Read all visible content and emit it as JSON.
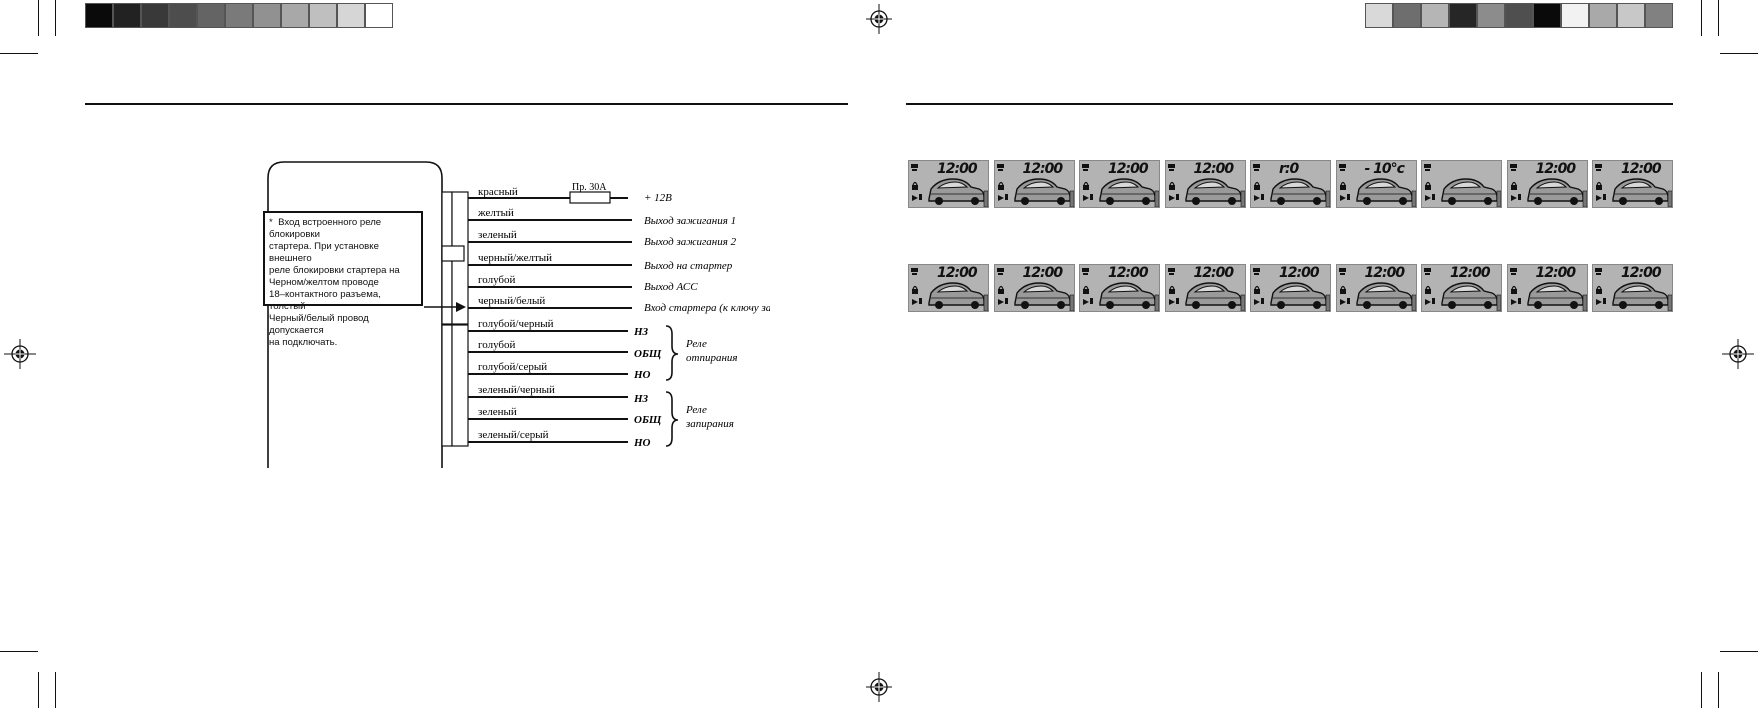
{
  "calibration": {
    "left_swatches": [
      "#0a0a0a",
      "#222222",
      "#393939",
      "#4d4d4d",
      "#646464",
      "#7a7a7a",
      "#919191",
      "#a8a8a8",
      "#bfbfbf",
      "#d6d6d6",
      "#ffffff"
    ],
    "right_swatches": [
      "#d9d9d9",
      "#6e6e6e",
      "#b5b5b5",
      "#262626",
      "#8c8c8c",
      "#4f4f4f",
      "#0a0a0a",
      "#f2f2f2",
      "#a9a9a9",
      "#c8c8c8",
      "#818181"
    ]
  },
  "note": {
    "star": "*",
    "lines": [
      "Вход встроенного реле блокировки",
      "стартера. При установке внешнего",
      "реле блокировки стартера на",
      "Черном/желтом проводе",
      "18–контактного разъема, толстый",
      "Черный/белый провод допускается",
      "на подключать."
    ]
  },
  "fuse_label": "Пр. 30А",
  "wires": [
    {
      "color": "красный",
      "dest": "+ 12В"
    },
    {
      "color": "желтый",
      "dest": "Выход зажигания 1"
    },
    {
      "color": "зеленый",
      "dest": "Выход зажигания 2"
    },
    {
      "color": "черный/желтый",
      "dest": "Выход на стартер"
    },
    {
      "color": "голубой",
      "dest": "Выход АСС"
    },
    {
      "color": "черный/белый",
      "dest": "Вход стартера (к ключу зажигания)*"
    }
  ],
  "relays": [
    {
      "group_label": [
        "Реле",
        "отпирания"
      ],
      "wires": [
        {
          "color": "голубой/черный",
          "terminal": "НЗ"
        },
        {
          "color": "голубой",
          "terminal": "ОБЩ"
        },
        {
          "color": "голубой/серый",
          "terminal": "НО"
        }
      ]
    },
    {
      "group_label": [
        "Реле",
        "запирания"
      ],
      "wires": [
        {
          "color": "зеленый/черный",
          "terminal": "НЗ"
        },
        {
          "color": "зеленый",
          "terminal": "ОБЩ"
        },
        {
          "color": "зеленый/серый",
          "terminal": "НО"
        }
      ]
    }
  ],
  "lcd_rows": [
    {
      "screens": [
        {
          "time": "12:00"
        },
        {
          "time": "12:00"
        },
        {
          "time": "12:00"
        },
        {
          "time": "12:00"
        },
        {
          "time": "r:0"
        },
        {
          "time": "- 10°c"
        },
        {
          "time": ""
        },
        {
          "time": "12:00"
        },
        {
          "time": "12:00"
        }
      ]
    },
    {
      "screens": [
        {
          "time": "12:00"
        },
        {
          "time": "12:00"
        },
        {
          "time": "12:00"
        },
        {
          "time": "12:00"
        },
        {
          "time": "12:00"
        },
        {
          "time": "12:00"
        },
        {
          "time": "12:00"
        },
        {
          "time": "12:00"
        },
        {
          "time": "12:00"
        }
      ]
    }
  ]
}
